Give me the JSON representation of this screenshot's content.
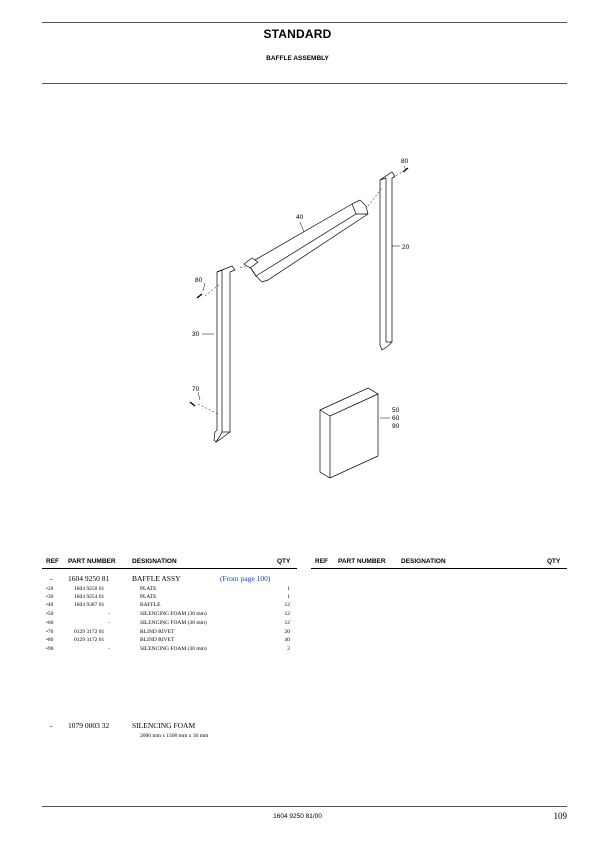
{
  "header": {
    "title": "STANDARD",
    "subtitle": "BAFFLE ASSEMBLY"
  },
  "drawing": {
    "callouts": [
      "80",
      "40",
      "20",
      "80",
      "30",
      "70",
      "50",
      "60",
      "90"
    ]
  },
  "table": {
    "columns": [
      "REF",
      "PART NUMBER",
      "DESIGNATION",
      "QTY"
    ],
    "main_row": {
      "ref": "-",
      "part": "1604 9250 81",
      "designation": "BAFFLE ASSY",
      "note": "(From page 100)",
      "qty": ""
    },
    "rows": [
      {
        "ref": "•20",
        "part": "1604 9250 01",
        "designation": "PLATE",
        "qty": "1"
      },
      {
        "ref": "•30",
        "part": "1604 9254 01",
        "designation": "PLATE",
        "qty": "1"
      },
      {
        "ref": "•40",
        "part": "1604 9387 01",
        "designation": "BAFFLE",
        "qty": "12"
      },
      {
        "ref": "•50",
        "part": "-",
        "designation": "SILENCING FOAM  (30 mm)",
        "qty": "12"
      },
      {
        "ref": "•60",
        "part": "-",
        "designation": "SILENCING FOAM  (30 mm)",
        "qty": "12"
      },
      {
        "ref": "•70",
        "part": "0129 3172 01",
        "designation": "BLIND RIVET",
        "qty": "20"
      },
      {
        "ref": "•80",
        "part": "0129 3172 01",
        "designation": "BLIND RIVET",
        "qty": "40"
      },
      {
        "ref": "•90",
        "part": "-",
        "designation": "SILENCING FOAM  (30 mm)",
        "qty": "2"
      }
    ],
    "extra_item": {
      "ref": "-",
      "part": "1079 0003 32",
      "designation": "SILENCING FOAM",
      "detail": "2000 mm x 1500 mm x 30 mm"
    }
  },
  "footer": {
    "doc_number": "1604 9250 81/00",
    "page_number": "109"
  }
}
